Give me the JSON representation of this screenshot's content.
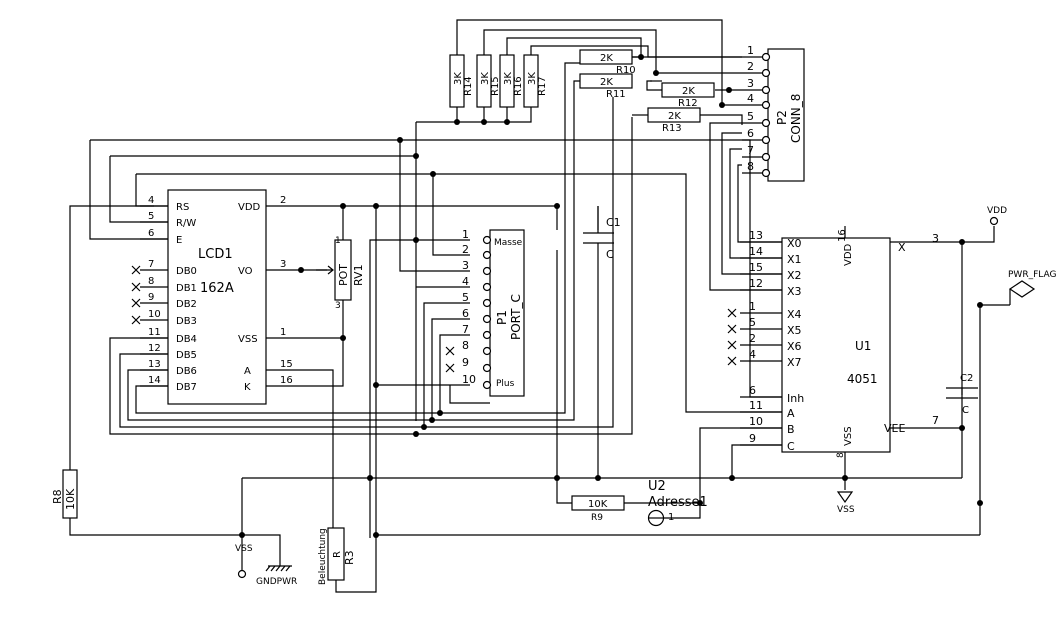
{
  "components": {
    "lcd": {
      "ref": "LCD1",
      "value": "162A",
      "left_pins": [
        {
          "num": "4",
          "name": "RS"
        },
        {
          "num": "5",
          "name": "R/W"
        },
        {
          "num": "6",
          "name": "E"
        },
        {
          "num": "7",
          "name": "DB0"
        },
        {
          "num": "8",
          "name": "DB1"
        },
        {
          "num": "9",
          "name": "DB2"
        },
        {
          "num": "10",
          "name": "DB3"
        },
        {
          "num": "11",
          "name": "DB4"
        },
        {
          "num": "12",
          "name": "DB5"
        },
        {
          "num": "13",
          "name": "DB6"
        },
        {
          "num": "14",
          "name": "DB7"
        }
      ],
      "right_pins": [
        {
          "num": "2",
          "name": "VDD"
        },
        {
          "num": "3",
          "name": "VO"
        },
        {
          "num": "1",
          "name": "VSS"
        },
        {
          "num": "15",
          "name": "A"
        },
        {
          "num": "16",
          "name": "K"
        }
      ]
    },
    "pot": {
      "ref": "RV1",
      "value": "POT",
      "pin1": "1",
      "pin3": "3"
    },
    "c1": {
      "ref": "C1",
      "value": "C"
    },
    "c2": {
      "ref": "C2",
      "value": "C"
    },
    "port": {
      "ref": "P1",
      "value": "PORT_C",
      "pins": [
        "1",
        "2",
        "3",
        "4",
        "5",
        "6",
        "7",
        "8",
        "9",
        "10"
      ],
      "label_top": "Masse",
      "label_bottom": "Plus"
    },
    "conn": {
      "ref": "P2",
      "value": "CONN_8",
      "pins": [
        "1",
        "2",
        "3",
        "4",
        "5",
        "6",
        "7",
        "8"
      ]
    },
    "mux": {
      "ref": "U1",
      "value": "4051",
      "left_pins": [
        {
          "num": "13",
          "name": "X0"
        },
        {
          "num": "14",
          "name": "X1"
        },
        {
          "num": "15",
          "name": "X2"
        },
        {
          "num": "12",
          "name": "X3"
        },
        {
          "num": "1",
          "name": "X4"
        },
        {
          "num": "5",
          "name": "X5"
        },
        {
          "num": "2",
          "name": "X6"
        },
        {
          "num": "4",
          "name": "X7"
        },
        {
          "num": "6",
          "name": "Inh"
        },
        {
          "num": "11",
          "name": "A"
        },
        {
          "num": "10",
          "name": "B"
        },
        {
          "num": "9",
          "name": "C"
        }
      ],
      "vdd": {
        "num": "16",
        "name": "VDD"
      },
      "vss": {
        "num": "8",
        "name": "VSS"
      },
      "x_out": {
        "num": "3",
        "name": "X"
      },
      "vee": {
        "num": "7",
        "name": "VEE"
      }
    },
    "vertical_resistors": [
      {
        "ref": "R14",
        "value": "3K"
      },
      {
        "ref": "R15",
        "value": "3K"
      },
      {
        "ref": "R16",
        "value": "3K"
      },
      {
        "ref": "R17",
        "value": "3K"
      }
    ],
    "horizontal_resistors": [
      {
        "ref": "R10",
        "value": "2K"
      },
      {
        "ref": "R11",
        "value": "2K"
      },
      {
        "ref": "R12",
        "value": "2K"
      },
      {
        "ref": "R13",
        "value": "2K"
      }
    ],
    "r8": {
      "ref": "R8",
      "value": "10K"
    },
    "r9": {
      "ref": "R9",
      "value": "10K"
    },
    "r3": {
      "ref": "R3",
      "value": "R",
      "note": "Beleuchtung"
    },
    "u2": {
      "ref": "U2",
      "value": "Adresse1",
      "pin": "1"
    }
  },
  "power": {
    "vdd": "VDD",
    "pwr_flag": "PWR_FLAG",
    "vss_left": "VSS",
    "gndpwr": "GNDPWR",
    "vss_right": "VSS"
  }
}
